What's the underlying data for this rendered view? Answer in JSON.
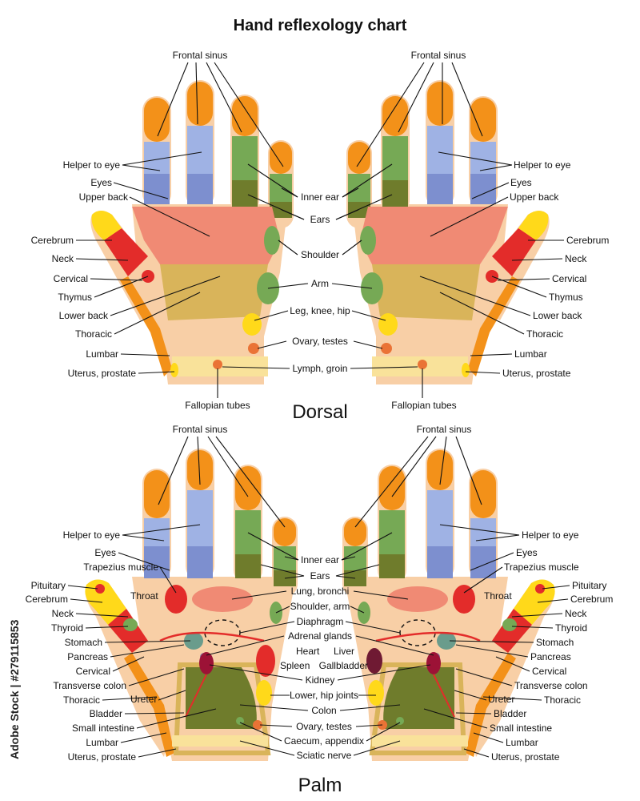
{
  "title": "Hand reflexology chart",
  "sections": {
    "dorsal": "Dorsal",
    "palm": "Palm"
  },
  "credit": "Adobe Stock | #279115853",
  "colors": {
    "skin": "#f8cfa6",
    "orange": "#f39119",
    "blue": "#9fb2e4",
    "blue_dark": "#7d8fcf",
    "green": "#76a955",
    "olive": "#6f7c2c",
    "salmon": "#f08a74",
    "khaki": "#d9b45a",
    "red": "#e32c2a",
    "yellow": "#ffd91a",
    "pale": "#f9e29a",
    "dark_orange": "#ea7336",
    "brown": "#c2453f",
    "teal": "#6a9c8c",
    "purple": "#7f6fa0",
    "maroon": "#9c1236"
  },
  "dorsal": {
    "frontal_sinus": "Frontal sinus",
    "left_labels": [
      "Helper to eye",
      "Eyes",
      "Upper back",
      "Cerebrum",
      "Neck",
      "Cervical",
      "Thymus",
      "Lower back",
      "Thoracic",
      "Lumbar",
      "Uterus, prostate"
    ],
    "right_labels": [
      "Helper to eye",
      "Eyes",
      "Upper back",
      "Cerebrum",
      "Neck",
      "Cervical",
      "Thymus",
      "Lower back",
      "Thoracic",
      "Lumbar",
      "Uterus, prostate"
    ],
    "center_labels": [
      "Inner ear",
      "Ears",
      "Shoulder",
      "Arm",
      "Leg, knee, hip",
      "Ovary, testes",
      "Lymph, groin"
    ],
    "fallopian": "Fallopian tubes"
  },
  "palm": {
    "frontal_sinus": "Frontal sinus",
    "left_labels": [
      "Helper to eye",
      "Eyes",
      "Trapezius muscle",
      "Pituitary",
      "Cerebrum",
      "Neck",
      "Thyroid",
      "Stomach",
      "Pancreas",
      "Cervical",
      "Transverse colon",
      "Thoracic",
      "Bladder",
      "Small intestine",
      "Lumbar",
      "Uterus, prostate"
    ],
    "right_labels": [
      "Helper to eye",
      "Eyes",
      "Trapezius muscle",
      "Pituitary",
      "Cerebrum",
      "Neck",
      "Thyroid",
      "Stomach",
      "Pancreas",
      "Cervical",
      "Transverse colon",
      "Thoracic",
      "Bladder",
      "Small intestine",
      "Lumbar",
      "Uterus, prostate"
    ],
    "left_throat": "Throat",
    "right_throat": "Throat",
    "left_ureter": "Ureter",
    "right_ureter": "Ureter",
    "center_labels": [
      "Inner ear",
      "Ears",
      "Lung, bronchi",
      "Shoulder, arm",
      "Diaphragm",
      "Adrenal glands",
      "Kidney",
      "Lower, hip joints",
      "Colon",
      "Ovary, testes",
      "Caecum, appendix",
      "Sciatic nerve"
    ],
    "heart": "Heart",
    "spleen": "Spleen",
    "liver": "Liver",
    "gallbladder": "Gallbladder"
  }
}
